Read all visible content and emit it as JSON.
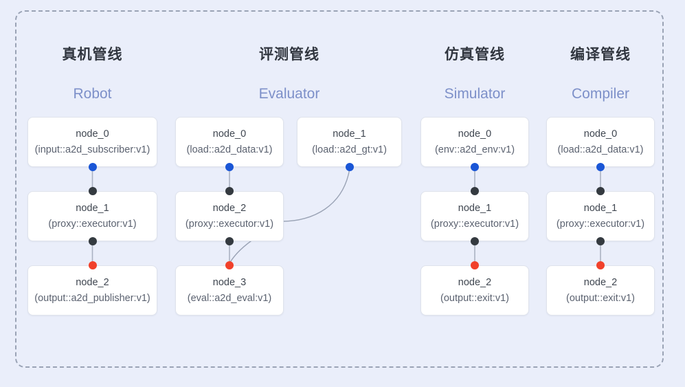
{
  "diagram": {
    "background_color": "#eaeefa",
    "frame_style": "dashed",
    "frame_color": "#9aa3b5",
    "port_colors": {
      "input": "#1a56d6",
      "link": "#343a40",
      "output": "#f1412b"
    }
  },
  "columns": [
    {
      "title_cn": "真机管线",
      "title_en": "Robot",
      "nodes": [
        {
          "name": "node_0",
          "type": "(input::a2d_subscriber:v1)"
        },
        {
          "name": "node_1",
          "type": "(proxy::executor:v1)"
        },
        {
          "name": "node_2",
          "type": "(output::a2d_publisher:v1)"
        }
      ]
    },
    {
      "title_cn": "评测管线",
      "title_en": "Evaluator",
      "nodes": [
        {
          "name": "node_0",
          "type": "(load::a2d_data:v1)"
        },
        {
          "name": "node_2",
          "type": "(proxy::executor:v1)"
        },
        {
          "name": "node_3",
          "type": "(eval::a2d_eval:v1)"
        }
      ],
      "side_node": {
        "name": "node_1",
        "type": "(load::a2d_gt:v1)"
      }
    },
    {
      "title_cn": "仿真管线",
      "title_en": "Simulator",
      "nodes": [
        {
          "name": "node_0",
          "type": "(env::a2d_env:v1)"
        },
        {
          "name": "node_1",
          "type": "(proxy::executor:v1)"
        },
        {
          "name": "node_2",
          "type": "(output::exit:v1)"
        }
      ]
    },
    {
      "title_cn": "编译管线",
      "title_en": "Compiler",
      "nodes": [
        {
          "name": "node_0",
          "type": "(load::a2d_data:v1)"
        },
        {
          "name": "node_1",
          "type": "(proxy::executor:v1)"
        },
        {
          "name": "node_2",
          "type": "(output::exit:v1)"
        }
      ]
    }
  ]
}
